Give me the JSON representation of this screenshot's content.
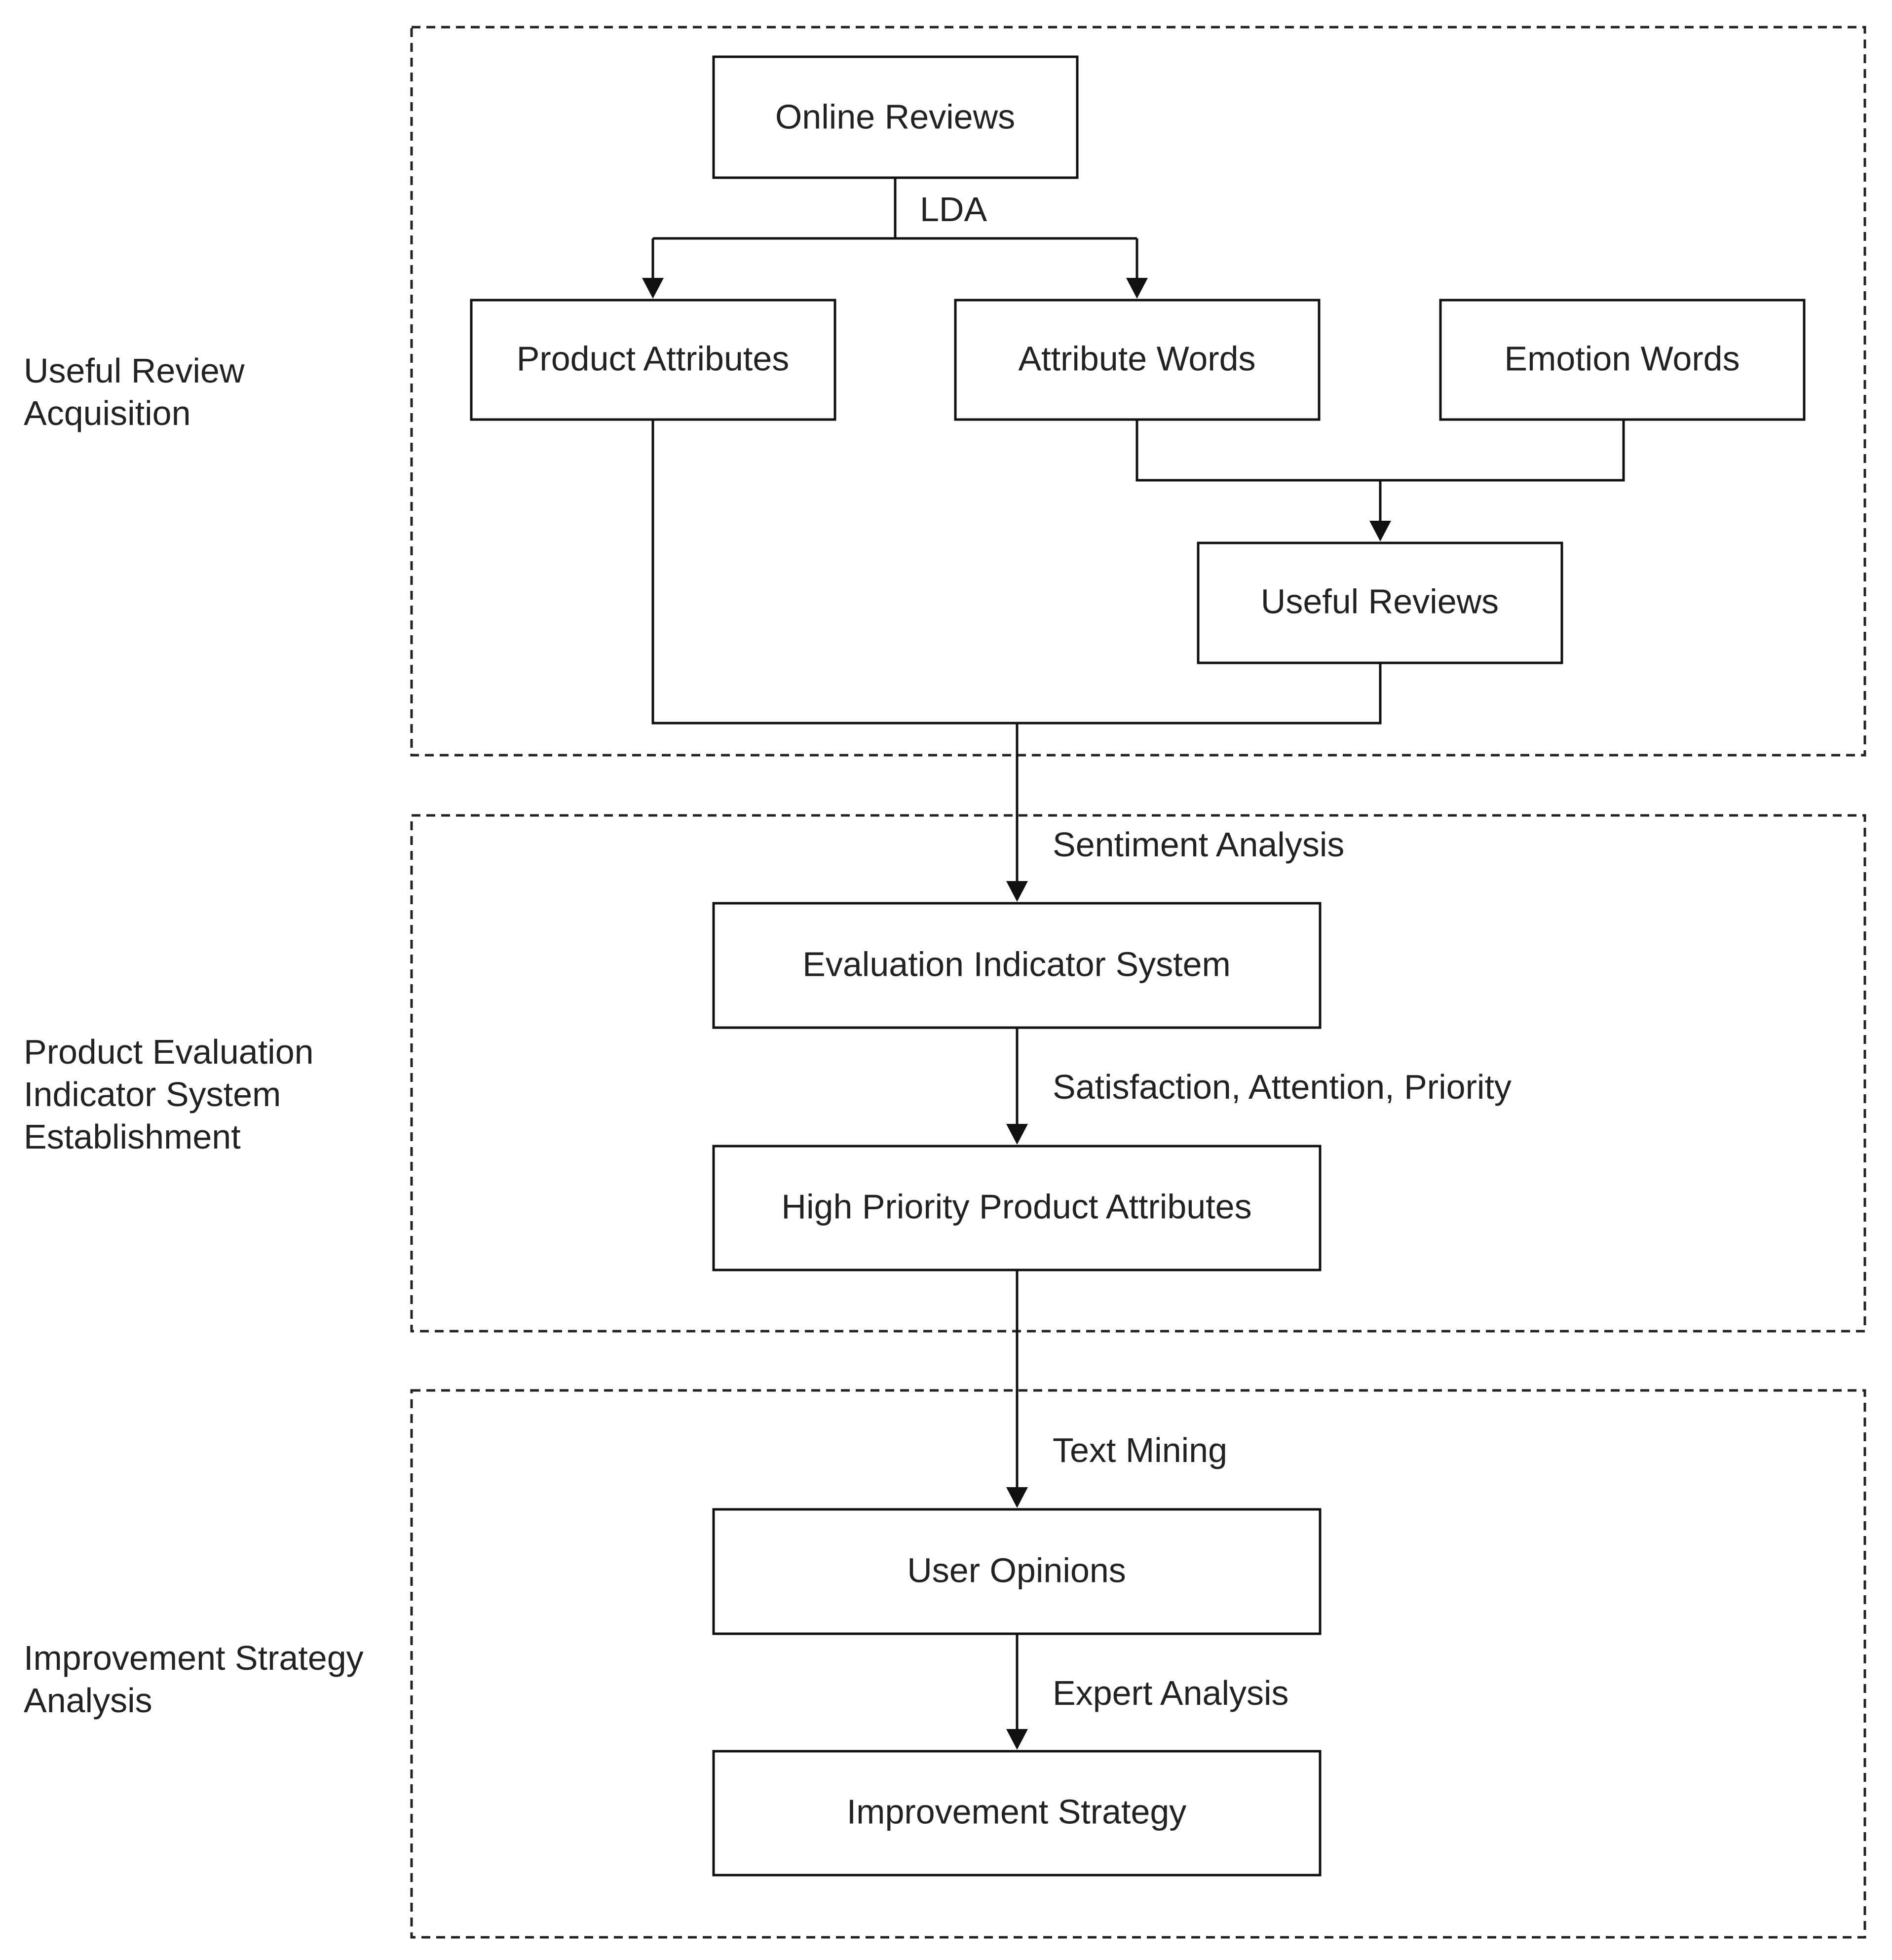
{
  "stages": [
    {
      "id": "acquisition",
      "label_lines": [
        "Useful Review",
        "Acquisition"
      ]
    },
    {
      "id": "establishment",
      "label_lines": [
        "Product Evaluation",
        "Indicator System",
        "Establishment"
      ]
    },
    {
      "id": "strategy",
      "label_lines": [
        "Improvement Strategy",
        "Analysis"
      ]
    }
  ],
  "nodes": {
    "online_reviews": "Online Reviews",
    "product_attributes": "Product Attributes",
    "attribute_words": "Attribute Words",
    "emotion_words": "Emotion Words",
    "useful_reviews": "Useful Reviews",
    "evaluation_indicator_system": "Evaluation Indicator System",
    "high_priority_attributes": "High Priority Product Attributes",
    "user_opinions": "User Opinions",
    "improvement_strategy": "Improvement Strategy"
  },
  "edge_labels": {
    "lda": "LDA",
    "sentiment_analysis": "Sentiment Analysis",
    "satisfaction_attention_priority": "Satisfaction, Attention, Priority",
    "text_mining": "Text Mining",
    "expert_analysis": "Expert Analysis"
  }
}
